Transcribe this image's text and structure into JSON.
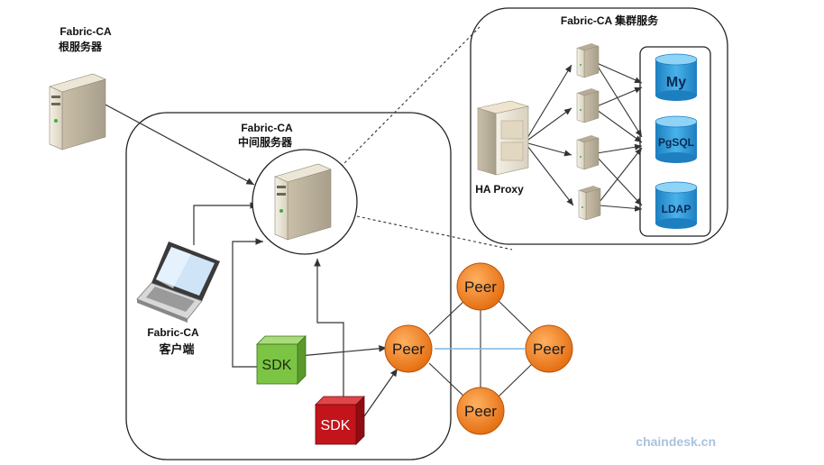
{
  "root_server": {
    "line1": "Fabric-CA",
    "line2": "根服务器",
    "icon": "server-icon"
  },
  "intermediate_server": {
    "line1": "Fabric-CA",
    "line2": "中间服务器",
    "icon": "server-icon"
  },
  "client": {
    "line1": "Fabric-CA",
    "line2": "客户端",
    "icon": "laptop-icon"
  },
  "cluster": {
    "title": "Fabric-CA 集群服务",
    "proxy_label": "HA Proxy",
    "databases": [
      {
        "label": "My"
      },
      {
        "label": "PgSQL"
      },
      {
        "label": "LDAP"
      }
    ]
  },
  "sdks": [
    {
      "label": "SDK",
      "color": "#79c13f"
    },
    {
      "label": "SDK",
      "color": "#c0141c"
    }
  ],
  "peers": [
    {
      "label": "Peer"
    },
    {
      "label": "Peer"
    },
    {
      "label": "Peer"
    },
    {
      "label": "Peer"
    }
  ],
  "colors": {
    "peer": "#ef7d1a",
    "database": "#2c97d6",
    "peer_link_blue": "#7db6e6"
  },
  "watermark": "chaindesk.cn"
}
